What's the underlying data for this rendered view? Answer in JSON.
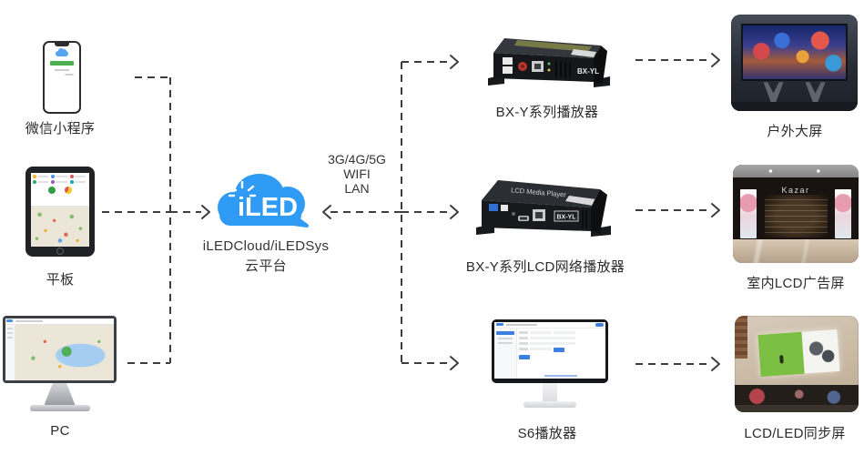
{
  "colors": {
    "cloud_blue": "#2F9BF4",
    "connector": "#3d3d3d",
    "label_text": "#2b2b2b",
    "button_green": "#4CAF50",
    "accent_blue": "#3D7FE0"
  },
  "sources": [
    {
      "label": "微信小程序"
    },
    {
      "label": "平板"
    },
    {
      "label": "PC"
    }
  ],
  "cloud": {
    "logo": "iLED",
    "title": "iLEDCloud/iLEDSys",
    "subtitle": "云平台"
  },
  "connectivity": {
    "lines": [
      "3G/4G/5G",
      "WIFI",
      "LAN"
    ]
  },
  "players": [
    {
      "label": "BX-Y系列播放器",
      "badge": "BX-YL"
    },
    {
      "label": "BX-Y系列LCD网络播放器",
      "top_text": "LCD Media Player",
      "badge": "BX-YL"
    },
    {
      "label": "S6播放器"
    }
  ],
  "displays": [
    {
      "label": "户外大屏"
    },
    {
      "label": "室内LCD广告屏",
      "sign": "Kazar"
    },
    {
      "label": "LCD/LED同步屏"
    }
  ]
}
